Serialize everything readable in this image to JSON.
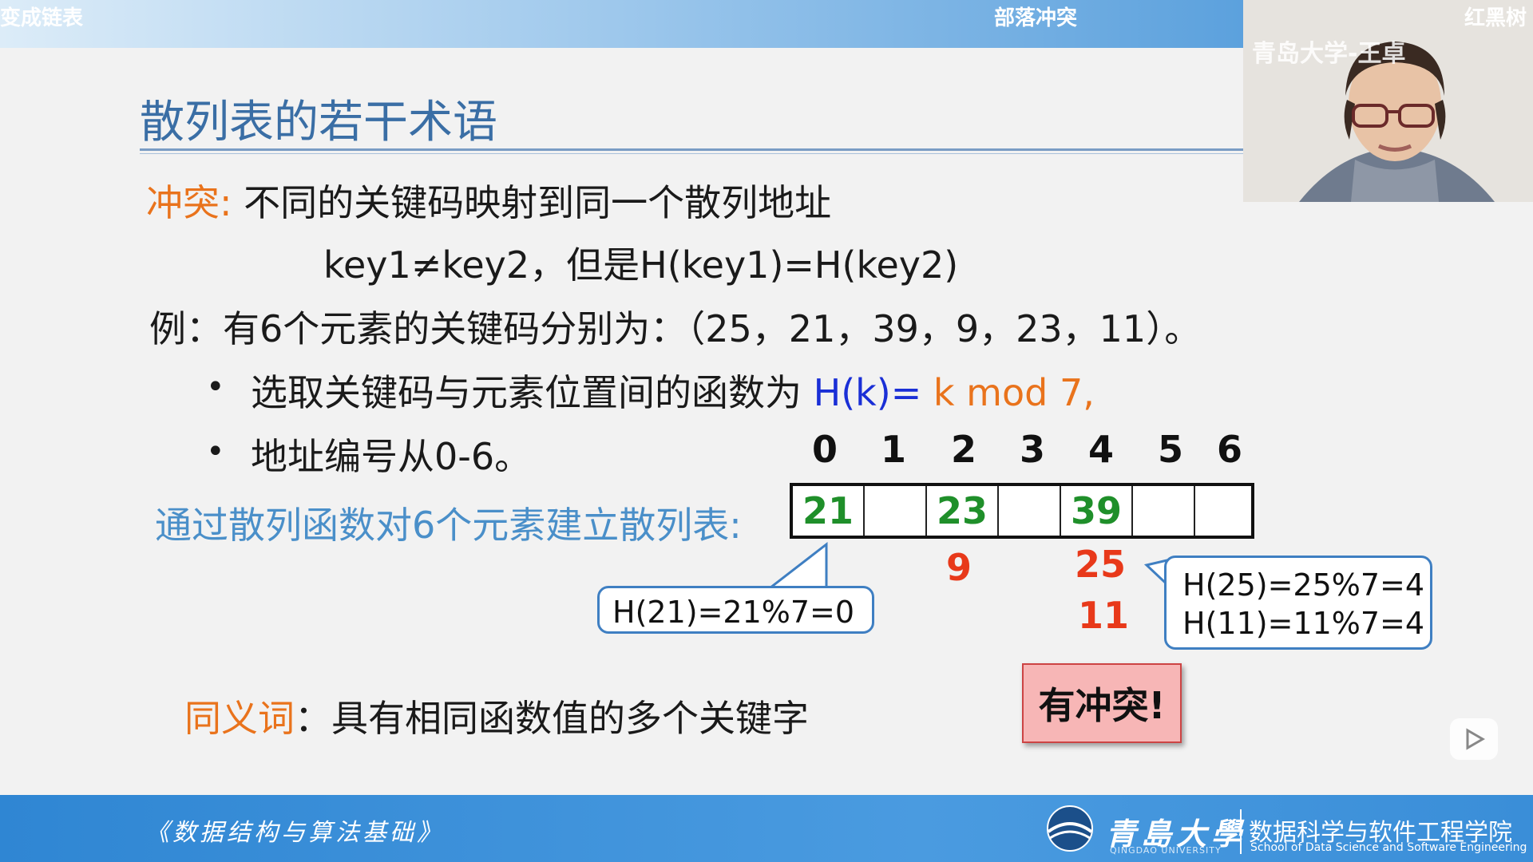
{
  "topbar": {
    "left_text": "变成链表",
    "center_text": "部落冲突",
    "right_text": "红黑树"
  },
  "video": {
    "watermark": "青岛大学-王卓"
  },
  "slide": {
    "title": "散列表的若干术语",
    "conflict_term": "冲突:",
    "conflict_def": "不同的关键码映射到同一个散列地址",
    "formula": "key1≠key2，但是H(key1)=H(key2)",
    "example": "例：有6个元素的关键码分别为：（25，21，39，9，23，11）。",
    "bullet1_prefix": "选取关键码与元素位置间的函数为 ",
    "bullet1_hk": "H(k)=",
    "bullet1_mod": " k mod 7,",
    "bullet2": "地址编号从0-6。",
    "build_label": "通过散列函数对6个元素建立散列表:",
    "indices": [
      "0",
      "1",
      "2",
      "3",
      "4",
      "5",
      "6"
    ],
    "cells": [
      "21",
      "",
      "23",
      "",
      "39",
      "",
      ""
    ],
    "below_2": "9",
    "below_4_a": "25",
    "below_4_b": "11",
    "callout_left": "H(21)=21%7=0",
    "callout_right_1": "H(25)=25%7=4",
    "callout_right_2": "H(11)=11%7=4",
    "synonym_term": "同义词",
    "synonym_def": "：具有相同函数值的多个关键字",
    "conflict_badge": "有冲突!"
  },
  "footer": {
    "book": "《数据结构与算法基础》",
    "university": "青島大學",
    "university_en": "QINGDAO UNIVERSITY",
    "school_cn": "数据科学与软件工程学院",
    "school_en": "School of Data Science and Software Engineering"
  },
  "colors": {
    "title": "#3a6ea5",
    "term": "#e9731c",
    "hk": "#1a2fd6",
    "cell_value": "#1f8f2a",
    "collision": "#e8391a"
  }
}
